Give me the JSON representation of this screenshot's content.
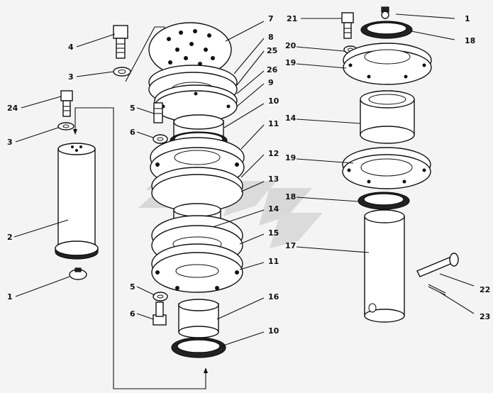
{
  "diagram": {
    "callouts": [
      {
        "id": "c1a",
        "label": "1"
      },
      {
        "id": "c18a",
        "label": "18"
      },
      {
        "id": "c21",
        "label": "21"
      },
      {
        "id": "c20",
        "label": "20"
      },
      {
        "id": "c19a",
        "label": "19"
      },
      {
        "id": "c14a",
        "label": "14"
      },
      {
        "id": "c19b",
        "label": "19"
      },
      {
        "id": "c18b",
        "label": "18"
      },
      {
        "id": "c17",
        "label": "17"
      },
      {
        "id": "c22",
        "label": "22"
      },
      {
        "id": "c23",
        "label": "23"
      },
      {
        "id": "c7",
        "label": "7"
      },
      {
        "id": "c8",
        "label": "8"
      },
      {
        "id": "c25",
        "label": "25"
      },
      {
        "id": "c26",
        "label": "26"
      },
      {
        "id": "c9",
        "label": "9"
      },
      {
        "id": "c10a",
        "label": "10"
      },
      {
        "id": "c11a",
        "label": "11"
      },
      {
        "id": "c12",
        "label": "12"
      },
      {
        "id": "c13",
        "label": "13"
      },
      {
        "id": "c14b",
        "label": "14"
      },
      {
        "id": "c15",
        "label": "15"
      },
      {
        "id": "c11b",
        "label": "11"
      },
      {
        "id": "c16",
        "label": "16"
      },
      {
        "id": "c10b",
        "label": "10"
      },
      {
        "id": "c4",
        "label": "4"
      },
      {
        "id": "c3a",
        "label": "3"
      },
      {
        "id": "c24",
        "label": "24"
      },
      {
        "id": "c3b",
        "label": "3"
      },
      {
        "id": "c5a",
        "label": "5"
      },
      {
        "id": "c6a",
        "label": "6"
      },
      {
        "id": "c5b",
        "label": "5"
      },
      {
        "id": "c6b",
        "label": "6"
      },
      {
        "id": "c2",
        "label": "2"
      },
      {
        "id": "c1b",
        "label": "1"
      }
    ]
  }
}
